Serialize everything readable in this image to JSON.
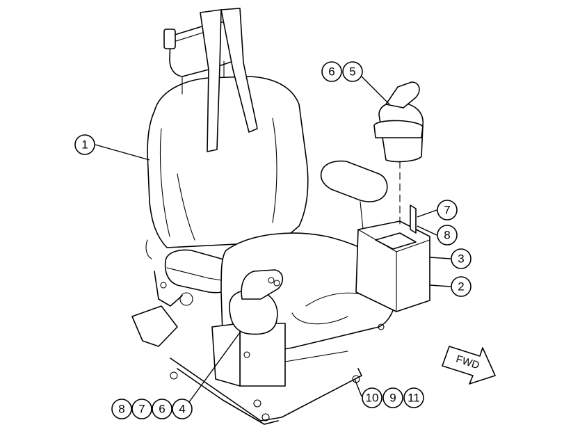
{
  "callouts": [
    {
      "id": "c1",
      "label": "1"
    },
    {
      "id": "c2",
      "label": "2"
    },
    {
      "id": "c3",
      "label": "3"
    },
    {
      "id": "c4",
      "label": "4"
    },
    {
      "id": "c5",
      "label": "5"
    },
    {
      "id": "c6a",
      "label": "6"
    },
    {
      "id": "c6b",
      "label": "6"
    },
    {
      "id": "c7a",
      "label": "7"
    },
    {
      "id": "c7b",
      "label": "7"
    },
    {
      "id": "c8a",
      "label": "8"
    },
    {
      "id": "c8b",
      "label": "8"
    },
    {
      "id": "c9",
      "label": "9"
    },
    {
      "id": "c10",
      "label": "10"
    },
    {
      "id": "c11",
      "label": "11"
    }
  ],
  "direction_arrow": {
    "label": "FWD"
  },
  "colors": {
    "ink": "#000000",
    "paper": "#ffffff"
  }
}
